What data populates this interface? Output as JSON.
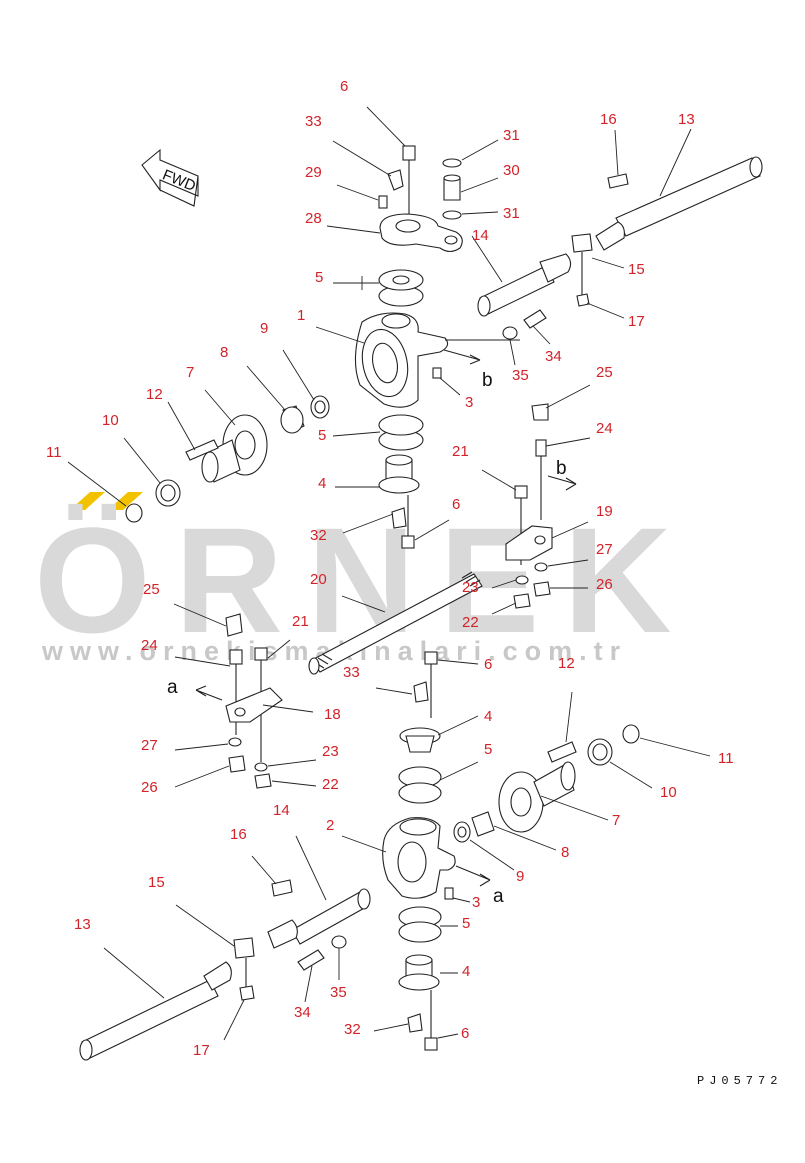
{
  "watermark": {
    "brand": "ÖRNEK",
    "url": "www.ornekismakinalari.com.tr",
    "accent_color": "#f2c200"
  },
  "drawing_code": "PJ05772",
  "fwd_label": "FWD",
  "view_letters": {
    "a": "a",
    "b": "b"
  },
  "part_numbers": {
    "n1": "1",
    "n2": "2",
    "n3": "3",
    "n4": "4",
    "n5": "5",
    "n6": "6",
    "n7": "7",
    "n8": "8",
    "n9": "9",
    "n10": "10",
    "n11": "11",
    "n12": "12",
    "n13": "13",
    "n14": "14",
    "n15": "15",
    "n16": "16",
    "n17": "17",
    "n18": "18",
    "n19": "19",
    "n20": "20",
    "n21": "21",
    "n22": "22",
    "n23": "23",
    "n24": "24",
    "n25": "25",
    "n26": "26",
    "n27": "27",
    "n28": "28",
    "n29": "29",
    "n30": "30",
    "n31": "31",
    "n32": "32",
    "n33": "33",
    "n34": "34",
    "n35": "35"
  },
  "colors": {
    "label": "#d2232a",
    "line": "#222222",
    "watermark": "#d9d9d9"
  }
}
